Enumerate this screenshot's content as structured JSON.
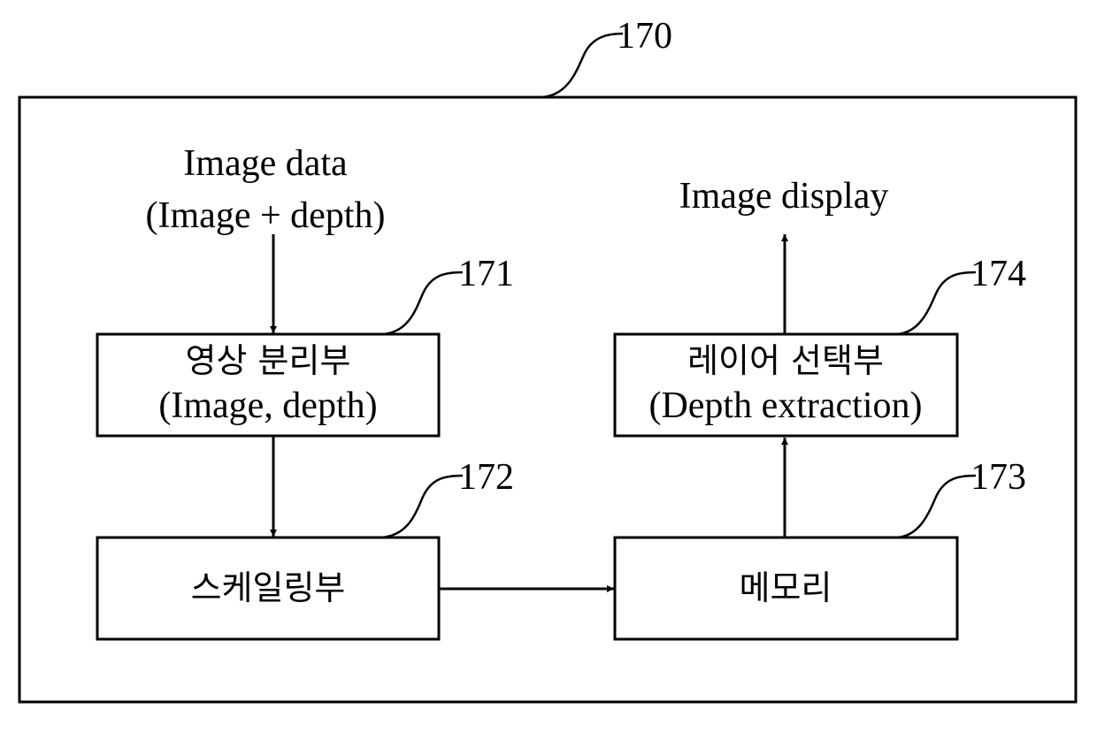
{
  "ref_labels": {
    "outer": "170",
    "separator": "171",
    "scaling": "172",
    "memory": "173",
    "layer_select": "174"
  },
  "input": {
    "line1": "Image data",
    "line2": "(Image + depth)"
  },
  "output": {
    "label": "Image display"
  },
  "blocks": {
    "separator": {
      "line1": "영상 분리부",
      "line2": "(Image, depth)"
    },
    "scaling": {
      "label": "스케일링부"
    },
    "memory": {
      "label": "메모리"
    },
    "layer_select": {
      "line1": "레이어 선택부",
      "line2": "(Depth extraction)"
    }
  }
}
